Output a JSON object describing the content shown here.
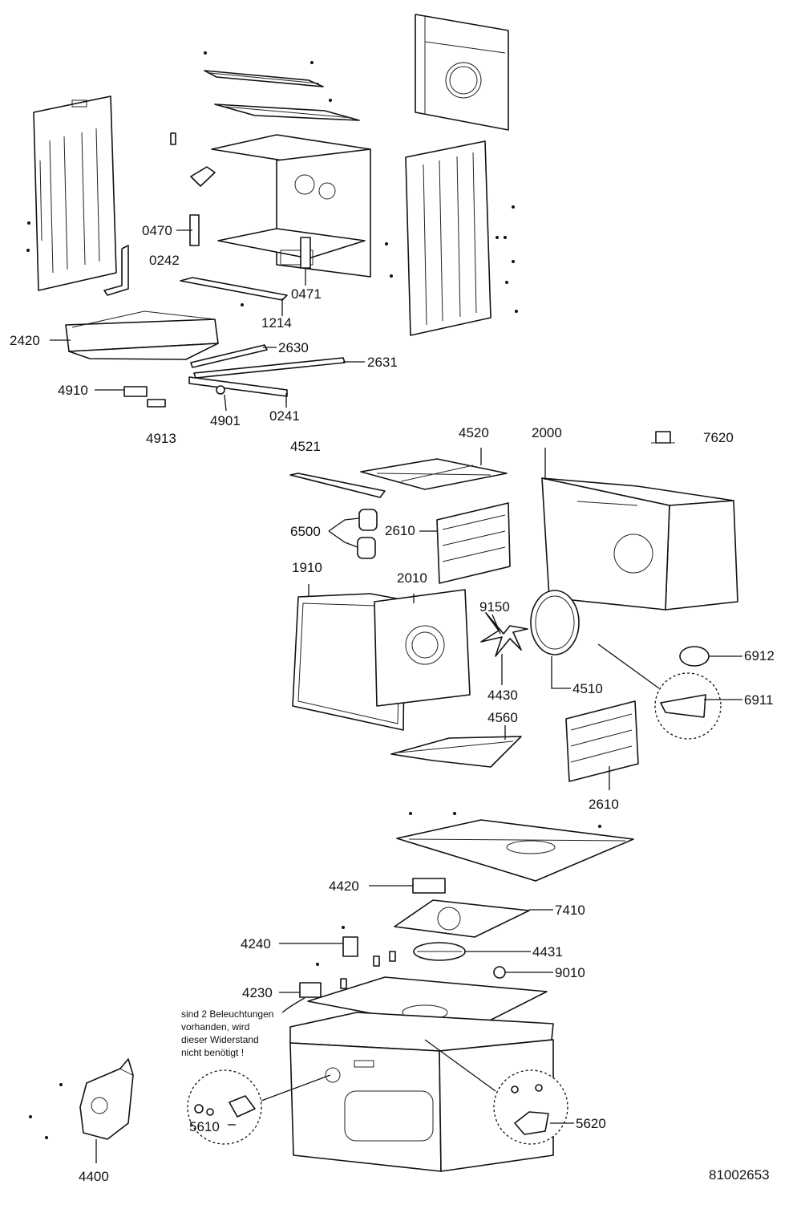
{
  "drawing_number": "81002653",
  "note_lines": [
    "sind 2 Beleuchtungen",
    "vorhanden, wird",
    "dieser Widerstand",
    "nicht benötigt !"
  ],
  "callouts": {
    "0470": "0470",
    "0242": "0242",
    "0471": "0471",
    "1214": "1214",
    "2420": "2420",
    "2630": "2630",
    "2631": "2631",
    "4910": "4910",
    "4901": "4901",
    "0241": "0241",
    "4913": "4913",
    "4521": "4521",
    "4520": "4520",
    "2000": "2000",
    "7620": "7620",
    "6500": "6500",
    "2610_top": "2610",
    "1910": "1910",
    "2010": "2010",
    "9150": "9150",
    "6912": "6912",
    "4430": "4430",
    "4510": "4510",
    "6911": "6911",
    "4560": "4560",
    "2610_bottom": "2610",
    "4420": "4420",
    "7410": "7410",
    "4240": "4240",
    "4431": "4431",
    "9010": "9010",
    "4230": "4230",
    "5610": "5610",
    "5620": "5620",
    "4400": "4400"
  }
}
